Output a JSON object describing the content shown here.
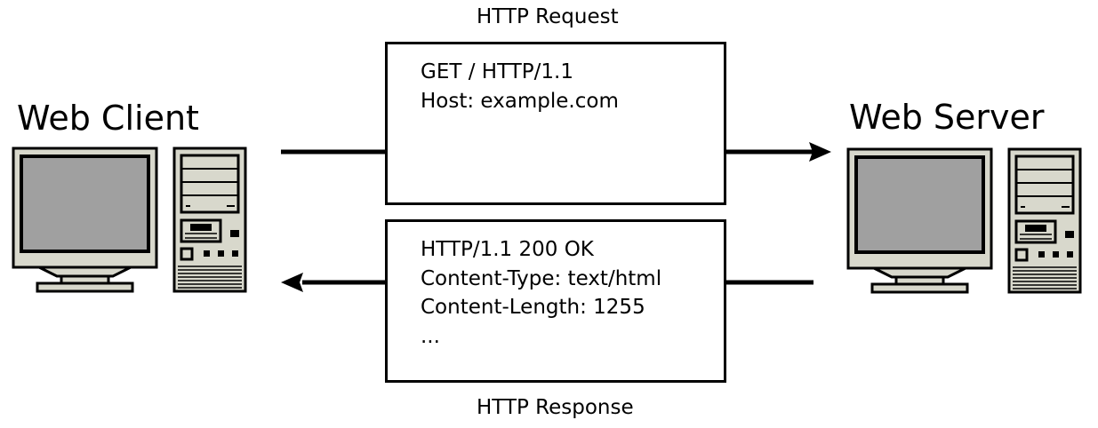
{
  "request": {
    "caption": "HTTP Request",
    "lines": [
      "GET / HTTP/1.1",
      "Host: example.com"
    ]
  },
  "response": {
    "caption": "HTTP Response",
    "lines": [
      "HTTP/1.1 200 OK",
      "Content-Type: text/html",
      "Content-Length: 1255",
      "..."
    ]
  },
  "client": {
    "title": "Web Client",
    "icon": "computer-icon"
  },
  "server": {
    "title": "Web Server",
    "icon": "computer-icon"
  },
  "colors": {
    "stroke": "#000000",
    "casing": "#d8d8cc",
    "screen": "#a0a0a0",
    "background": "#ffffff"
  }
}
